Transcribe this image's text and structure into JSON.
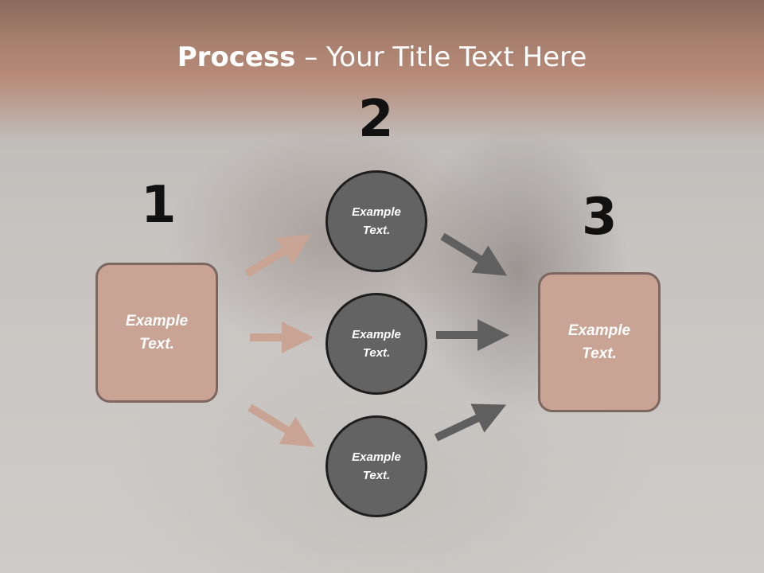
{
  "title": {
    "bold": "Process",
    "rest": " – Your Title Text Here"
  },
  "steps": {
    "one": "1",
    "two": "2",
    "three": "3"
  },
  "box_left": {
    "label": "Example\nText."
  },
  "box_right": {
    "label": "Example\nText."
  },
  "circles": [
    {
      "label": "Example\nText."
    },
    {
      "label": "Example\nText."
    },
    {
      "label": "Example\nText."
    }
  ],
  "colors": {
    "box_fill": "#c9a393",
    "circle_fill": "#636363",
    "arrow_light": "#c9a393",
    "arrow_dark": "#5f5f5f"
  }
}
